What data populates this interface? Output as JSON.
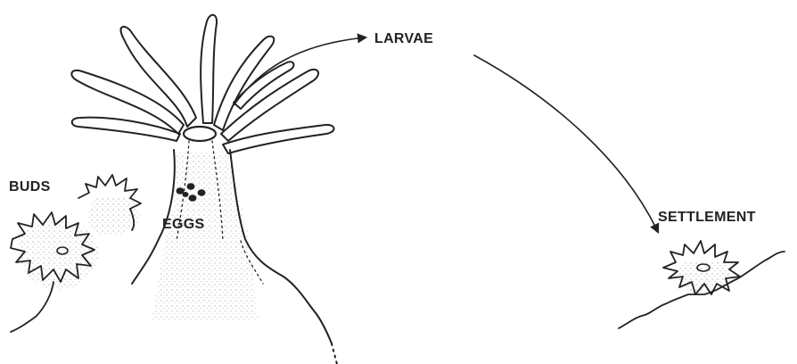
{
  "labels": {
    "larvae": "LARVAE",
    "buds": "BUDS",
    "eggs": "EGGS",
    "settlement": "SETTLEMENT"
  },
  "colors": {
    "ink": "#222222",
    "background": "#ffffff"
  }
}
